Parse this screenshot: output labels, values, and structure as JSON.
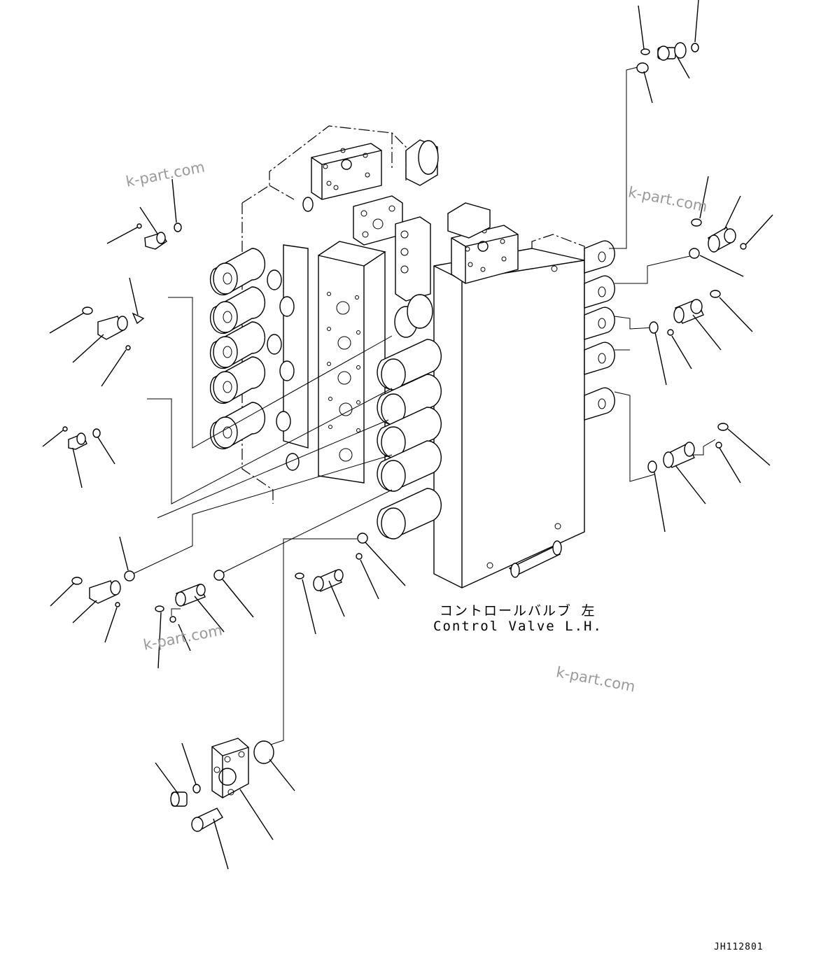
{
  "caption": {
    "japanese": "コントロールバルブ 左",
    "english": "Control Valve L.H."
  },
  "watermarks": [
    "k-part.com",
    "k-part.com",
    "k-part.com",
    "k-part.com"
  ],
  "drawing_code": "JH112801"
}
